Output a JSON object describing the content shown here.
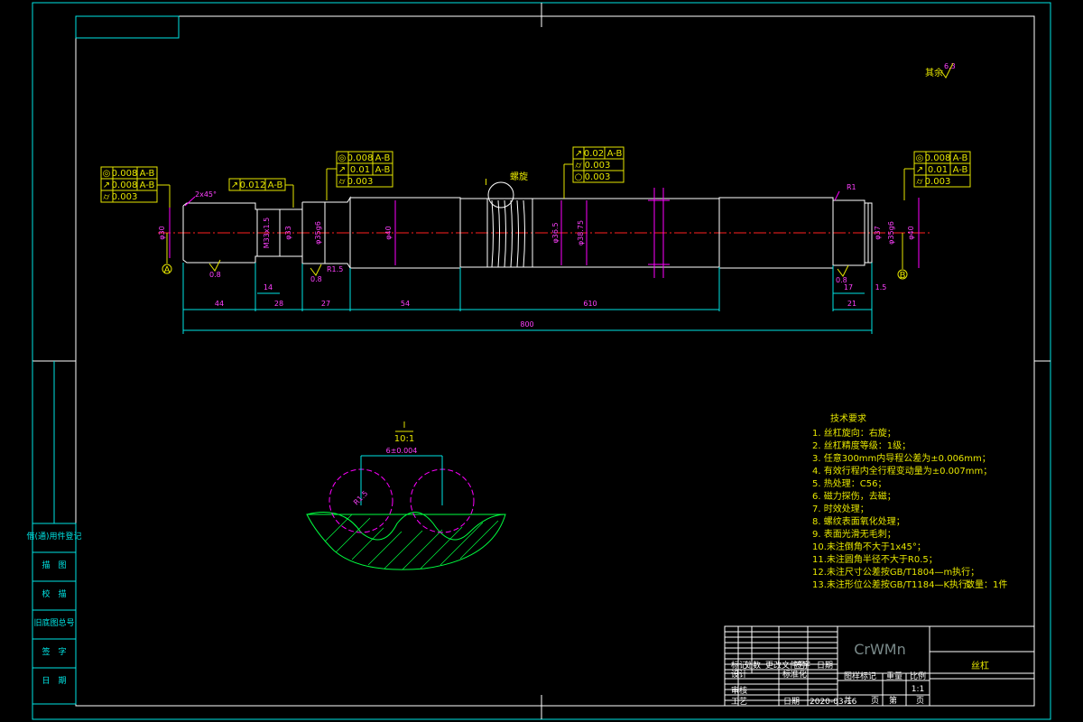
{
  "drawing": {
    "top_right_note": "其余",
    "top_right_roughness": "6.3",
    "section_label": "I",
    "section_scale": "10:1",
    "section_dim": "6±0.004",
    "section_radius": "R1.5"
  },
  "tolerance_frames": {
    "left": [
      {
        "sym": "◎",
        "val": "0.008",
        "ref": "A-B"
      },
      {
        "sym": "↗",
        "val": "0.008",
        "ref": "A-B"
      },
      {
        "sym": "⌭",
        "val": "0.003",
        "ref": ""
      }
    ],
    "left2": [
      {
        "sym": "↗",
        "val": "0.012",
        "ref": "A-B"
      }
    ],
    "mid_left": [
      {
        "sym": "◎",
        "val": "0.008",
        "ref": "A-B"
      },
      {
        "sym": "↗",
        "val": "0.01",
        "ref": "A-B"
      },
      {
        "sym": "⌭",
        "val": "0.003",
        "ref": ""
      }
    ],
    "mid_right": [
      {
        "sym": "↗",
        "val": "0.02",
        "ref": "A-B"
      },
      {
        "sym": "⌭",
        "val": "0.003",
        "ref": ""
      },
      {
        "sym": "○",
        "val": "0.003",
        "ref": ""
      }
    ],
    "right": [
      {
        "sym": "◎",
        "val": "0.008",
        "ref": "A-B"
      },
      {
        "sym": "↗",
        "val": "0.01",
        "ref": "A-B"
      },
      {
        "sym": "⌭",
        "val": "0.003",
        "ref": ""
      }
    ]
  },
  "dimensions": {
    "chamfer": "2x45°",
    "lengths": [
      "44",
      "14",
      "28",
      "27",
      "54",
      "610",
      "800",
      "17",
      "21",
      "1.5"
    ],
    "radius_left": "R1.5",
    "radius_right": "R1",
    "thread_label": "I",
    "thread_note": "螺旋",
    "diameters": [
      "φ30",
      "M33x1.5",
      "φ33",
      "φ35g6",
      "φ40",
      "φ36.5",
      "φ38.75",
      "φ37",
      "φ35g6",
      "φ40"
    ],
    "datum_a": "A",
    "datum_b": "B",
    "roughness_marks": [
      "0.8",
      "0.8",
      "0.8"
    ]
  },
  "tech_requirements": {
    "title": "技术要求",
    "items": [
      "1. 丝杠旋向：右旋；",
      "2. 丝杠精度等级：1级；",
      "3. 任意300mm内导程公差为±0.006mm；",
      "4. 有效行程内全行程变动量为±0.007mm；",
      "5. 热处理：C56；",
      "6. 磁力探伤，去磁；",
      "7. 时效处理；",
      "8. 螺纹表面氧化处理；",
      "9. 表面光滑无毛刺；",
      "10.未注倒角不大于1x45°；",
      "11.未注圆角半径不大于R0.5；",
      "12.未注尺寸公差按GB/T1804—m执行；",
      "13.未注形位公差按GB/T1184—K执行。"
    ],
    "quantity": "数量：1件"
  },
  "left_strip": [
    "借(通)用件登记",
    "描　图",
    "校　描",
    "旧底图总号",
    "签　字",
    "日　期"
  ],
  "title_block": {
    "material": "CrWMn",
    "part_name": "丝杠",
    "headers": [
      "标记",
      "处数",
      "更改文件号",
      "签字",
      "日期"
    ],
    "row_design": [
      "设计",
      "标准化"
    ],
    "row_review": "审核",
    "row_process": [
      "工艺",
      "日期",
      "2020-03-16"
    ],
    "stage_labels": [
      "图样标记",
      "重量",
      "比例"
    ],
    "scale": "1:1",
    "sheet": [
      "共",
      "页",
      "第",
      "页"
    ]
  }
}
